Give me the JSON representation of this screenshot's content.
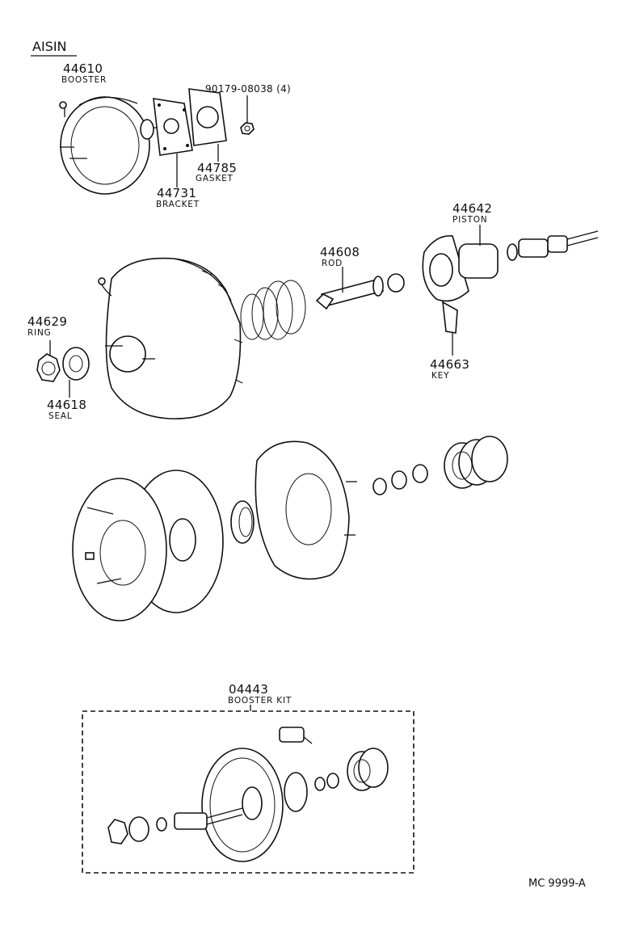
{
  "brand": "AISIN",
  "drawing_code": "MC 9999-A",
  "parts": [
    {
      "number": "44610",
      "name": "BOOSTER"
    },
    {
      "number": "90179-08038 (4)",
      "name": ""
    },
    {
      "number": "44785",
      "name": "GASKET"
    },
    {
      "number": "44731",
      "name": "BRACKET"
    },
    {
      "number": "44642",
      "name": "PISTON"
    },
    {
      "number": "44608",
      "name": "ROD"
    },
    {
      "number": "44629",
      "name": "RING"
    },
    {
      "number": "44618",
      "name": "SEAL"
    },
    {
      "number": "44663",
      "name": "KEY"
    },
    {
      "number": "04443",
      "name": "BOOSTER KIT"
    }
  ]
}
